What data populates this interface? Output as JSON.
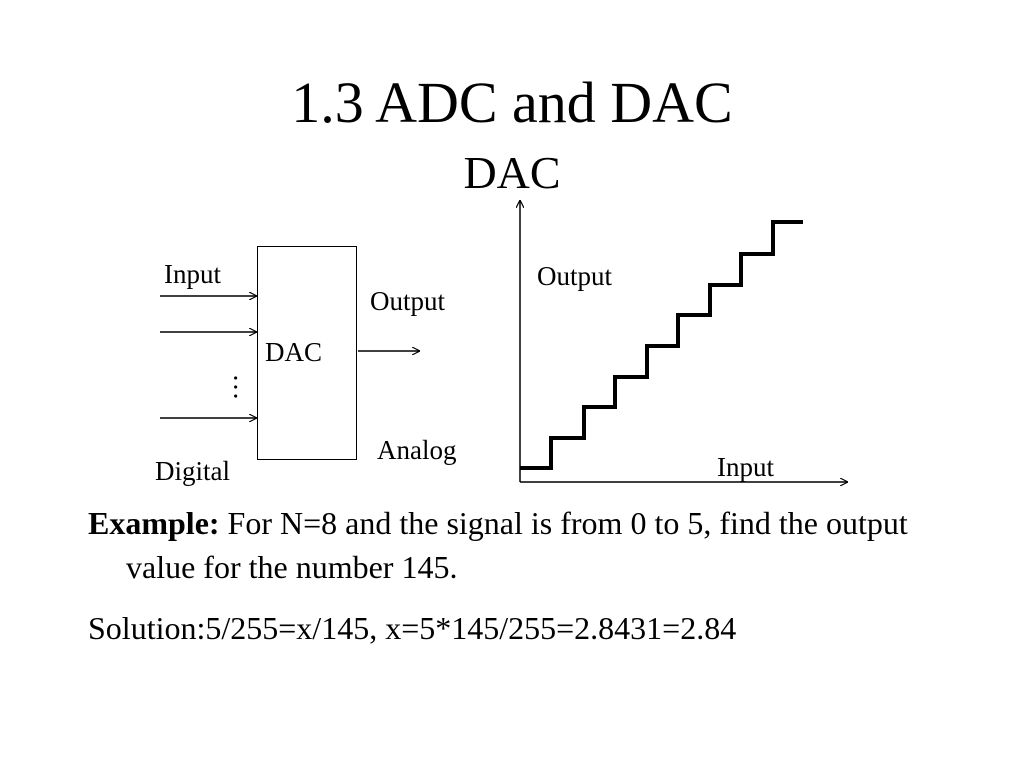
{
  "slide": {
    "title": "1.3 ADC and DAC",
    "subtitle": "DAC"
  },
  "block_diagram": {
    "input_label": "Input",
    "digital_label": "Digital",
    "ellipsis": "…",
    "box_label": "DAC",
    "output_label": "Output",
    "analog_label": "Analog"
  },
  "staircase_graph": {
    "y_axis_label": "Output",
    "x_axis_label": "Input"
  },
  "body": {
    "example_label": "Example:",
    "example_text": " For N=8 and the signal is from 0 to 5, find the output value for the number 145.",
    "solution_text": "Solution:5/255=x/145, x=5*145/255=2.8431=2.84"
  }
}
